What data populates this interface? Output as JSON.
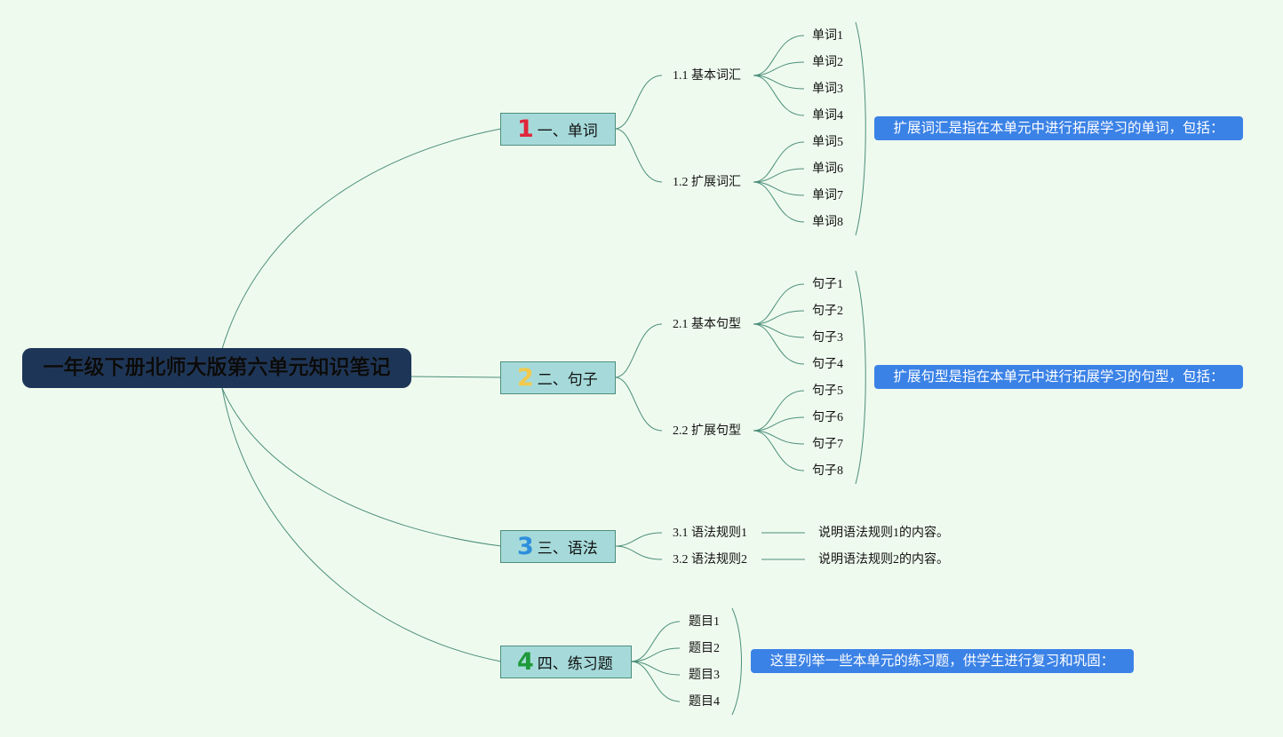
{
  "root": {
    "title": "一年级下册北师大版第六单元知识笔记"
  },
  "colors": {
    "background": "#effaef",
    "root_bg": "#1d3557",
    "branch_bg": "#a6dada",
    "branch_border": "#4b8f7a",
    "line": "#4b8f7a",
    "note_bg": "#3b82e6",
    "num1": "#e0263a",
    "num2": "#f2c94c",
    "num3": "#2f8fdc",
    "num4": "#1f9a3a"
  },
  "branches": [
    {
      "num": "1",
      "label": "一、单词",
      "subs": [
        {
          "label": "1.1 基本词汇",
          "items": [
            "单词1",
            "单词2",
            "单词3",
            "单词4"
          ]
        },
        {
          "label": "1.2 扩展词汇",
          "items": [
            "单词5",
            "单词6",
            "单词7",
            "单词8"
          ]
        }
      ],
      "note": "扩展词汇是指在本单元中进行拓展学习的单词，包括："
    },
    {
      "num": "2",
      "label": "二、句子",
      "subs": [
        {
          "label": "2.1 基本句型",
          "items": [
            "句子1",
            "句子2",
            "句子3",
            "句子4"
          ]
        },
        {
          "label": "2.2 扩展句型",
          "items": [
            "句子5",
            "句子6",
            "句子7",
            "句子8"
          ]
        }
      ],
      "note": "扩展句型是指在本单元中进行拓展学习的句型，包括："
    },
    {
      "num": "3",
      "label": "三、语法",
      "subs": [
        {
          "label": "3.1 语法规则1",
          "desc": "说明语法规则1的内容。"
        },
        {
          "label": "3.2 语法规则2",
          "desc": "说明语法规则2的内容。"
        }
      ]
    },
    {
      "num": "4",
      "label": "四、练习题",
      "items": [
        "题目1",
        "题目2",
        "题目3",
        "题目4"
      ],
      "note": "这里列举一些本单元的练习题，供学生进行复习和巩固："
    }
  ]
}
